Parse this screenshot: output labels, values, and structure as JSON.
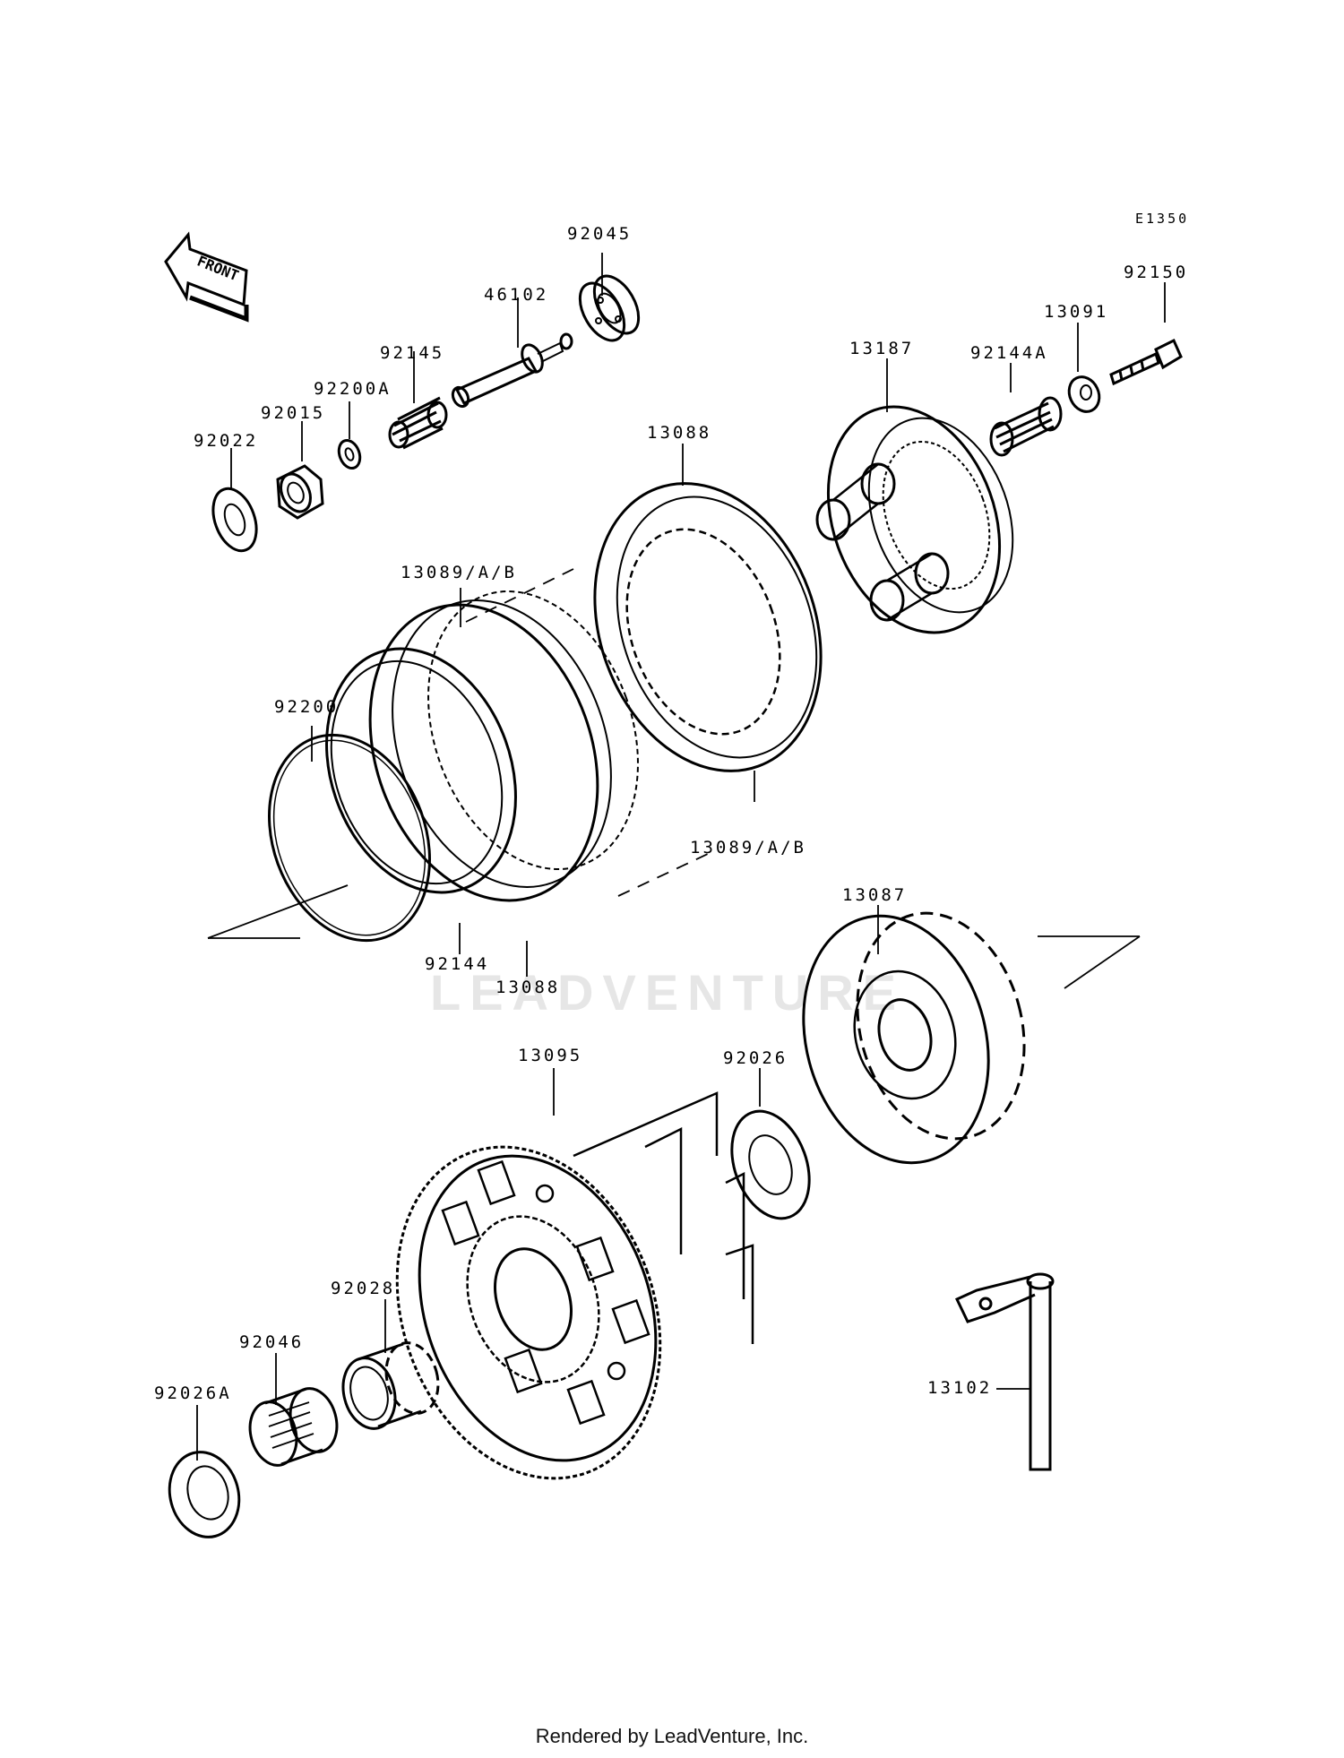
{
  "diagram_code": "E1350",
  "front_label": "FRONT",
  "watermark": "LEADVENTURE",
  "footer": "Rendered by LeadVenture, Inc.",
  "parts": {
    "p92045": "92045",
    "p46102": "46102",
    "p92145": "92145",
    "p92200A": "92200A",
    "p92015": "92015",
    "p92022": "92022",
    "p13187": "13187",
    "p92144A": "92144A",
    "p13091": "13091",
    "p92150": "92150",
    "p13088_top": "13088",
    "p13089_left": "13089/A/B",
    "p13089_right": "13089/A/B",
    "p92200": "92200",
    "p92144": "92144",
    "p13088_bottom": "13088",
    "p13087": "13087",
    "p13095": "13095",
    "p92026": "92026",
    "p92028": "92028",
    "p92046": "92046",
    "p92026A": "92026A",
    "p13102": "13102"
  }
}
